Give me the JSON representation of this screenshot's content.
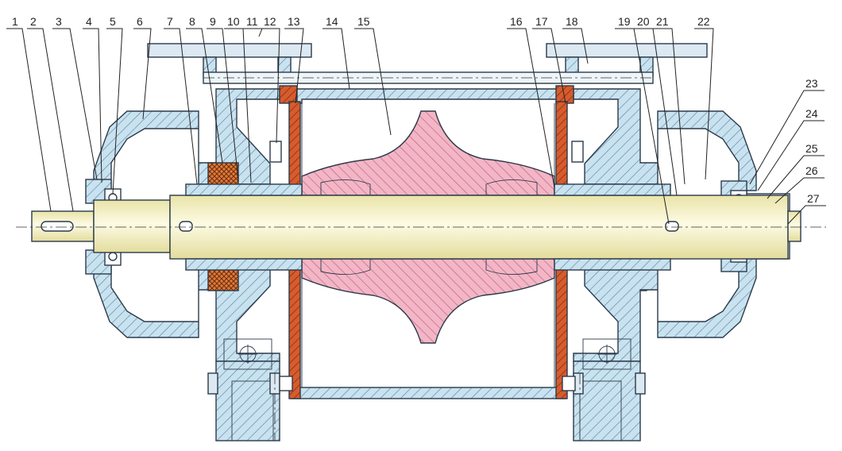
{
  "diagram": {
    "part_numbers": [
      "1",
      "2",
      "3",
      "4",
      "5",
      "6",
      "7",
      "8",
      "9",
      "10",
      "11",
      "12",
      "13",
      "14",
      "15",
      "16",
      "17",
      "18",
      "19",
      "20",
      "21",
      "22",
      "23",
      "24",
      "25",
      "26",
      "27"
    ]
  },
  "colors": {
    "housing": "#c9e2ef",
    "housing_hatch": "#5c86a6",
    "impeller": "#f2b6c6",
    "impeller_hatch": "#c45c7b",
    "shaft": "#f6f3c2",
    "seal": "#d85b2c",
    "outline": "#2c3a4a",
    "background": "#ffffff"
  }
}
